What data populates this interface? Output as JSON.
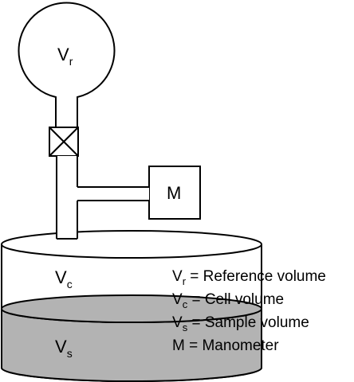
{
  "diagram": {
    "labels": {
      "reference_vessel": {
        "main": "V",
        "sub": "r"
      },
      "cell": {
        "main": "V",
        "sub": "c"
      },
      "sample": {
        "main": "V",
        "sub": "s"
      },
      "manometer": "M"
    },
    "legend": [
      {
        "sym": "V",
        "sub": "r",
        "text": " =  Reference volume"
      },
      {
        "sym": "V",
        "sub": "c",
        "text": " = Cell volume"
      },
      {
        "sym": "V",
        "sub": "s",
        "text": " = Sample volume"
      },
      {
        "sym": "M",
        "sub": "",
        "text": " = Manometer"
      }
    ],
    "colors": {
      "line": "#000000",
      "sample_fill": "#b3b3b3",
      "background": "#ffffff"
    }
  }
}
